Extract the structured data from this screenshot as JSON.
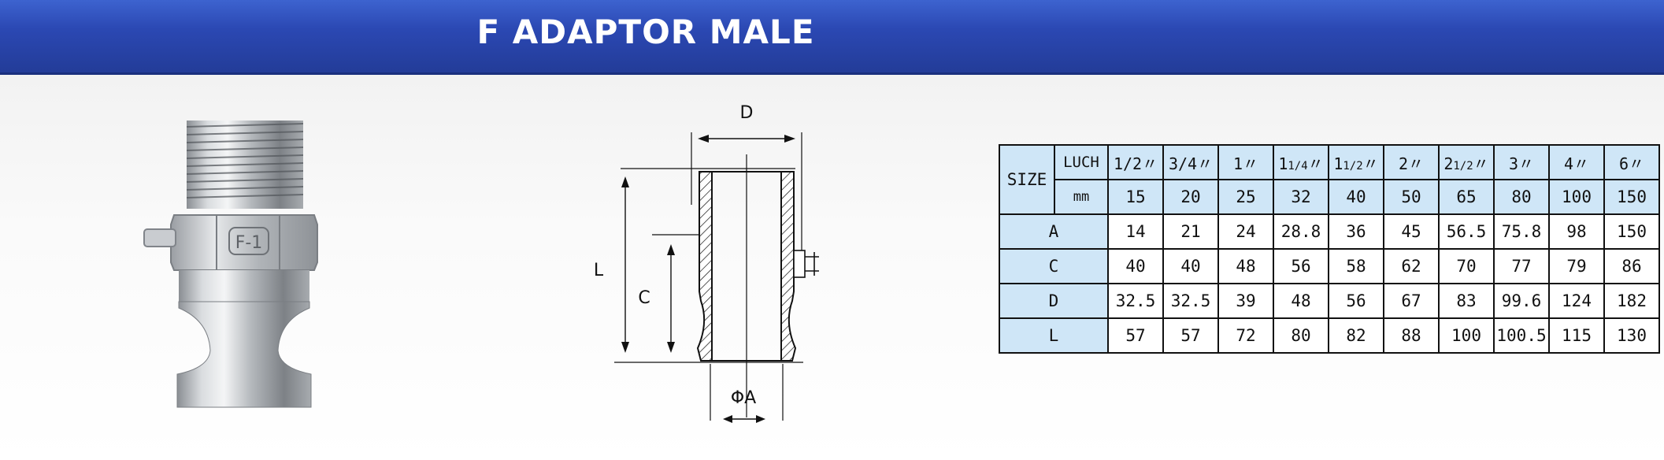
{
  "header": {
    "title": "F ADAPTOR MALE"
  },
  "photo": {
    "marking": "F-1"
  },
  "drawing": {
    "labels": {
      "d": "D",
      "l": "L",
      "c": "C",
      "a": "ΦA"
    }
  },
  "table": {
    "corner_label": "SIZE",
    "inch_label": "LUCH",
    "mm_label": "mm",
    "inch_sizes": [
      "1/2〃",
      "3/4〃",
      "1〃",
      "11/4〃",
      "11/2〃",
      "2〃",
      "21/2〃",
      "3〃",
      "4〃",
      "6〃"
    ],
    "inch_display": [
      {
        "whole": "1/2",
        "frac": "",
        "mark": "〃"
      },
      {
        "whole": "3/4",
        "frac": "",
        "mark": "〃"
      },
      {
        "whole": "1",
        "frac": "",
        "mark": "〃"
      },
      {
        "whole": "1",
        "frac": "1/4",
        "mark": "〃"
      },
      {
        "whole": "1",
        "frac": "1/2",
        "mark": "〃"
      },
      {
        "whole": "2",
        "frac": "",
        "mark": "〃"
      },
      {
        "whole": "2",
        "frac": "1/2",
        "mark": "〃"
      },
      {
        "whole": "3",
        "frac": "",
        "mark": "〃"
      },
      {
        "whole": "4",
        "frac": "",
        "mark": "〃"
      },
      {
        "whole": "6",
        "frac": "",
        "mark": "〃"
      }
    ],
    "mm_sizes": [
      "15",
      "20",
      "25",
      "32",
      "40",
      "50",
      "65",
      "80",
      "100",
      "150"
    ],
    "rows": [
      {
        "label": "A",
        "values": [
          "14",
          "21",
          "24",
          "28.8",
          "36",
          "45",
          "56.5",
          "75.8",
          "98",
          "150"
        ]
      },
      {
        "label": "C",
        "values": [
          "40",
          "40",
          "48",
          "56",
          "58",
          "62",
          "70",
          "77",
          "79",
          "86"
        ]
      },
      {
        "label": "D",
        "values": [
          "32.5",
          "32.5",
          "39",
          "48",
          "56",
          "67",
          "83",
          "99.6",
          "124",
          "182"
        ]
      },
      {
        "label": "L",
        "values": [
          "57",
          "57",
          "72",
          "80",
          "82",
          "88",
          "100",
          "100.5",
          "115",
          "130"
        ]
      }
    ]
  }
}
